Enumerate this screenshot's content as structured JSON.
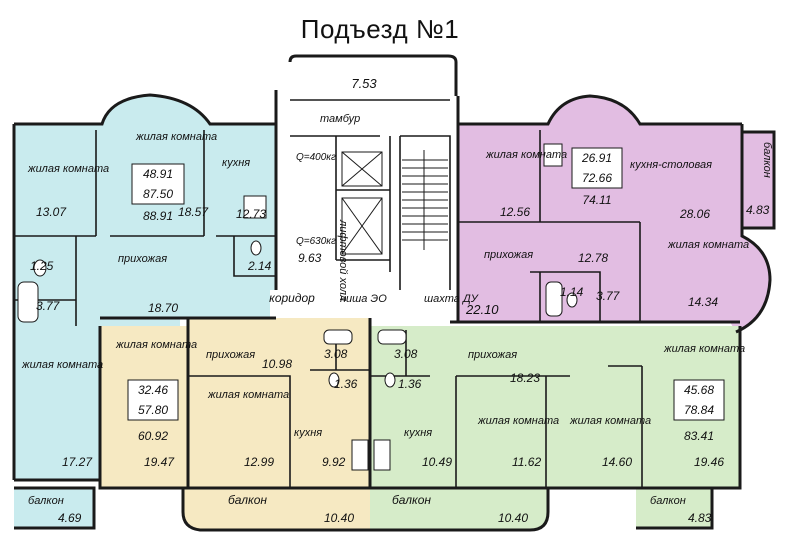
{
  "title": "Подъезд №1",
  "colors": {
    "apt_blue": "#c9ebee",
    "apt_purple": "#e2bde2",
    "apt_yellow": "#f6e9c2",
    "apt_green": "#d6ecc9",
    "wall": "#1a1a1a"
  },
  "common": {
    "stair_top": "7.53",
    "vestibule": "тамбур",
    "elevator_small": "Q=400кг",
    "elevator_large": "Q=630кг",
    "lift_hall": "лифтовой холл",
    "lift_hall_area": "9.63",
    "corridor": "коридор",
    "corridor_area": "22.10",
    "niche": "ниша ЭО",
    "shaft": "шахта ДУ"
  },
  "apartments": {
    "blue": {
      "living": "48.91",
      "total": "87.50",
      "total_with_balcony": "88.91",
      "rooms": {
        "living1_label": "жилая комната",
        "living1_area": "13.07",
        "living2_label": "жилая комната",
        "living2_area": "18.57",
        "kitchen_label": "кухня",
        "kitchen_area": "12.73",
        "bath_area": "1.25",
        "bath2_area": "3.77",
        "wc_area": "2.14",
        "hall_label": "прихожая",
        "hall_area": "18.70",
        "living3_label": "жилая комната",
        "living3_area": "17.27",
        "balcony_label": "балкон",
        "balcony_area": "4.69"
      }
    },
    "purple": {
      "living": "26.91",
      "total": "72.66",
      "total_with_balcony": "74.11",
      "rooms": {
        "living1_label": "жилая комната",
        "living1_area": "12.56",
        "kitchen_label": "кухня-столовая",
        "kitchen_area": "28.06",
        "balcony_label": "балкон",
        "balcony_area": "4.83",
        "hall_label": "прихожая",
        "hall_area": "12.78",
        "living2_label": "жилая комната",
        "living2_area": "14.34",
        "wc_area": "1.14",
        "bath_area": "3.77"
      }
    },
    "yellow": {
      "living": "32.46",
      "total": "57.80",
      "total_with_balcony": "60.92",
      "rooms": {
        "living1_label": "жилая комната",
        "living1_area": "19.47",
        "hall_label": "прихожая",
        "hall_area": "10.98",
        "living2_label": "жилая комната",
        "living2_area": "12.99",
        "kitchen_label": "кухня",
        "kitchen_area": "9.92",
        "bath_area": "3.08",
        "wc_area": "1.36",
        "balcony_label": "балкон",
        "balcony_area": "10.40"
      }
    },
    "green": {
      "living": "45.68",
      "total": "78.84",
      "total_with_balcony": "83.41",
      "rooms": {
        "bath_area": "3.08",
        "wc_area": "1.36",
        "hall_label": "прихожая",
        "hall_area": "18.23",
        "kitchen_label": "кухня",
        "kitchen_area": "10.49",
        "living1_label": "жилая комната",
        "living1_area": "11.62",
        "living2_label": "жилая комната",
        "living2_area": "14.60",
        "living3_label": "жилая комната",
        "living3_area": "19.46",
        "balcony1_label": "балкон",
        "balcony1_area": "10.40",
        "balcony2_label": "балкон",
        "balcony2_area": "4.83"
      }
    }
  }
}
